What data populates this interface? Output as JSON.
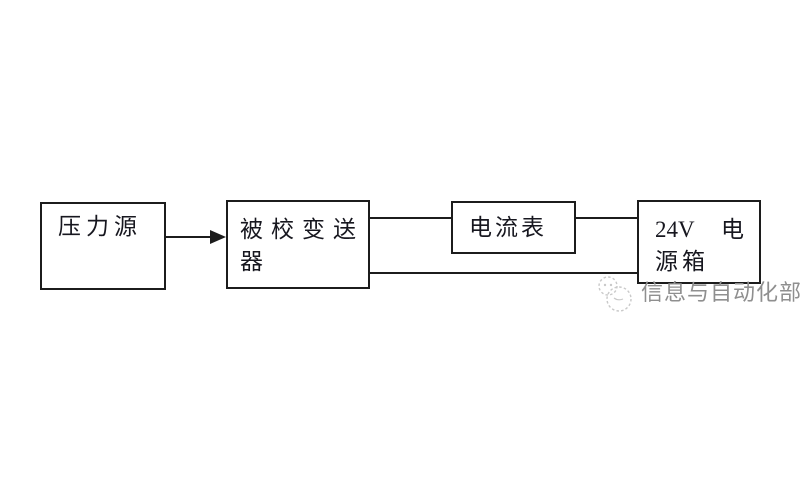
{
  "page": {
    "background": "#ffffff"
  },
  "diagram": {
    "type": "flow-diagram",
    "nodes": {
      "pressure_source": {
        "label": "压力源"
      },
      "transmitter": {
        "line1": "被校变送",
        "line2": "器"
      },
      "ammeter": {
        "label": "电流表"
      },
      "power_supply": {
        "line1_left": "24V",
        "line1_right": "电",
        "line2": "源箱"
      }
    },
    "connections": [
      {
        "from": "pressure_source",
        "to": "transmitter",
        "style": "arrow"
      },
      {
        "from": "transmitter",
        "to": "ammeter",
        "style": "line"
      },
      {
        "from": "ammeter",
        "to": "power_supply",
        "style": "line"
      },
      {
        "from": "transmitter",
        "to": "power_supply",
        "style": "line-bottom"
      }
    ]
  },
  "watermark": {
    "text": "信息与自动化部",
    "logo": "panda-badge-logo"
  },
  "colors": {
    "line": "#1c1c1c",
    "text": "#17171f",
    "watermark_text": "#8f8f8f",
    "watermark_logo": "#c9c9c9",
    "background": "#ffffff"
  }
}
